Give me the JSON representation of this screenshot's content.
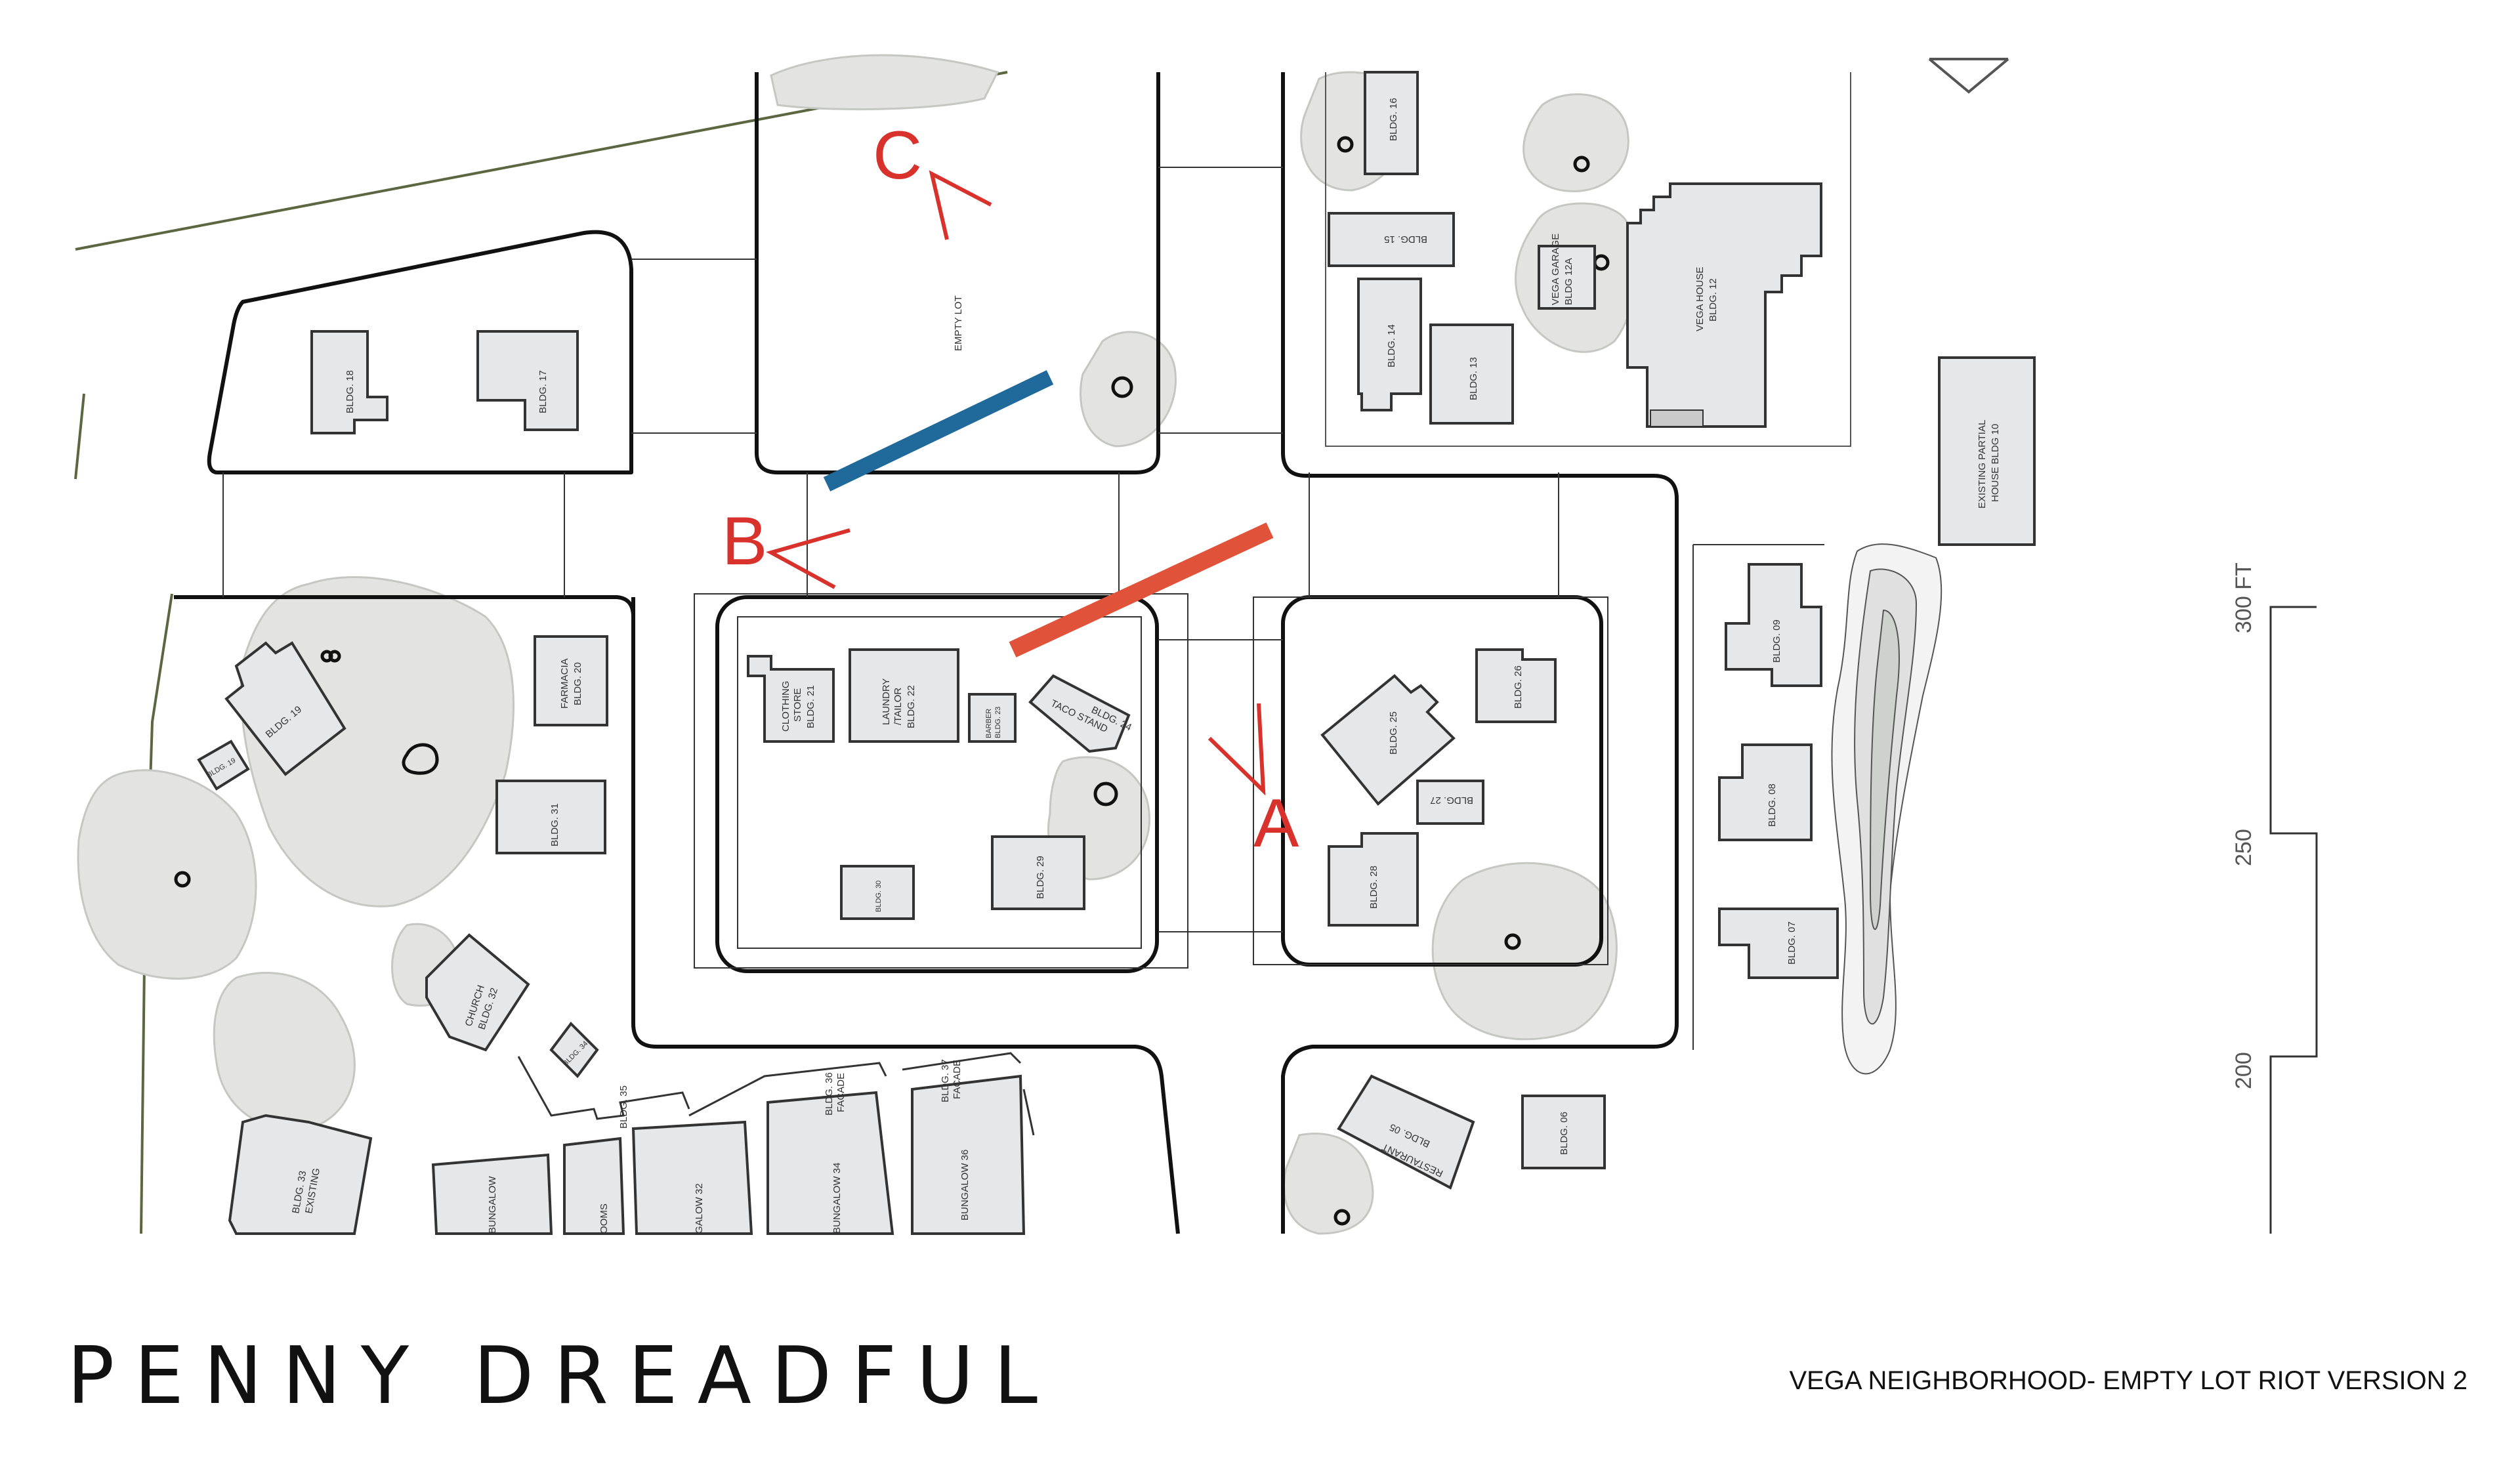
{
  "brand": "PENNY DREADFUL",
  "subtitle": "VEGA NEIGHBORHOOD- EMPTY  LOT RIOT VERSION 2",
  "markers": {
    "a": "A",
    "b": "B",
    "c": "C"
  },
  "scale": {
    "top": "300 FT",
    "mid": "250",
    "bottom": "200"
  },
  "labels": {
    "empty_lot": "EMPTY LOT",
    "bldg18_a": "BLDG. 18",
    "bldg17_a": "BLDG. 17",
    "bldg16": "BLDG. 16",
    "bldg15": "BLDG. 15",
    "bldg14": "BLDG. 14",
    "bldg13": "BLDG. 13",
    "vega_garage_1": "VEGA GARAGE",
    "vega_garage_2": "BLDG 12A",
    "vega_house_1": "VEGA HOUSE",
    "vega_house_2": "BLDG. 12",
    "partial_1": "EXISTING PARTIAL",
    "partial_2": "HOUSE BLDG 10",
    "clothing_1": "CLOTHING",
    "clothing_2": "STORE",
    "clothing_3": "BLDG. 21",
    "laundry_1": "LAUNDRY",
    "laundry_2": "/TAILOR",
    "laundry_3": "BLDG. 22",
    "barber_1": "BARBER",
    "barber_2": "BLDG. 23",
    "taco_1": "TACO STAND",
    "taco_2": "BLDG. 24",
    "bldg29": "BLDG. 29",
    "bldg30": "BLDG. 30",
    "farmacia_1": "FARMACIA",
    "farmacia_2": "BLDG. 20",
    "bldg19": "BLDG. 19",
    "bldg19b": "BLDG. 19",
    "bldg31": "BLDG. 31",
    "church_1": "CHURCH",
    "church_2": "BLDG. 32",
    "bldg34": "BLDG. 34",
    "bldg33_1": "BLDG. 33",
    "bldg33_2": "EXISTING",
    "bldg35": "BLDG. 35",
    "f36_1": "BLDG. 36",
    "f36_2": "FACADE",
    "f37_1": "BLDG. 37",
    "f37_2": "FACADE",
    "bung_a": "BUNGALOW",
    "rooms": "OOMS",
    "bung32": "GALOW 32",
    "bung34": "BUNGALOW 34",
    "bung36": "BUNGALOW 36",
    "bldg25": "BLDG. 25",
    "bldg26": "BLDG. 26",
    "bldg27": "BLDG. 27",
    "bldg28": "BLDG. 28",
    "bldg09": "BLDG. 09",
    "bldg08": "BLDG. 08",
    "bldg07": "BLDG. 07",
    "bldg06": "BLDG. 06",
    "rest_1": "RESTAURANT",
    "rest_2": "BLDG. 05"
  },
  "colors": {
    "marker": "#d9312b",
    "blue_bar": "#1f6a9a",
    "red_bar": "#e0533a",
    "tree": "#e3e4e1",
    "building": "#e6e7e8",
    "boundary": "#5c6640"
  }
}
